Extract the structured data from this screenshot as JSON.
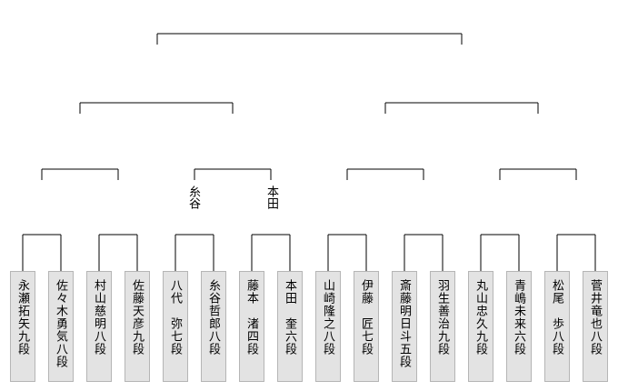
{
  "players": [
    "永瀬拓矢九段",
    "佐々木勇気八段",
    "村山慈明八段",
    "佐藤天彦九段",
    "八代　弥七段",
    "糸谷哲郎八段",
    "藤本　渚四段",
    "本田　奎六段",
    "山崎隆之八段",
    "伊藤　匠七段",
    "斎藤明日斗五段",
    "羽生善治九段",
    "丸山忠久九段",
    "青嶋未来六段",
    "松尾　歩八段",
    "菅井竜也八段"
  ],
  "advancers": [
    "糸谷",
    "本田"
  ],
  "colors": {
    "line": "#000000",
    "box_fill": "#e3e3e3",
    "box_border": "#b5b5b5"
  }
}
